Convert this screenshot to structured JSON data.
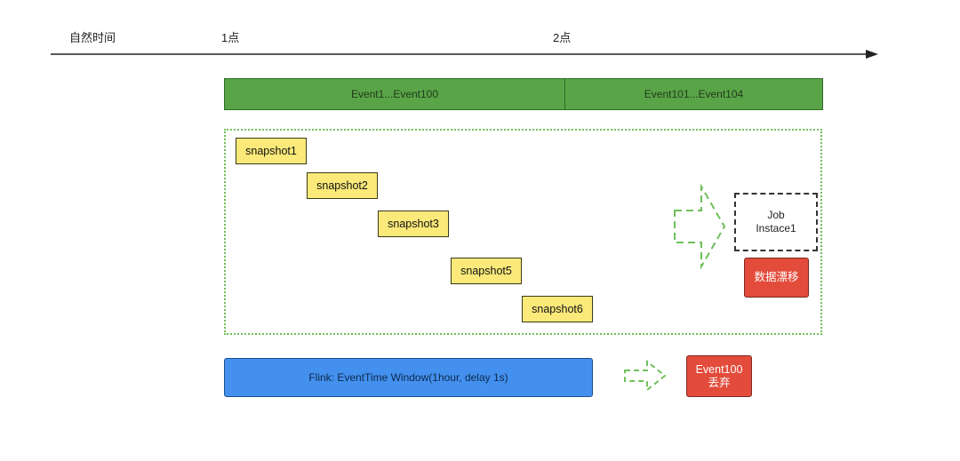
{
  "timeline": {
    "axis_label": "自然时间",
    "tick_1": "1点",
    "tick_2": "2点"
  },
  "event_bars": [
    {
      "label": "Event1...Event100"
    },
    {
      "label": "Event101...Event104"
    }
  ],
  "snapshots": [
    {
      "label": "snapshot1"
    },
    {
      "label": "snapshot2"
    },
    {
      "label": "snapshot3"
    },
    {
      "label": "snapshot5"
    },
    {
      "label": "snapshot6"
    }
  ],
  "job_instance": {
    "line1": "Job",
    "line2": "Instace1"
  },
  "data_drift": {
    "label": "数据漂移"
  },
  "flink_window": {
    "label": "Flink: EventTime Window(1hour, delay 1s)"
  },
  "discarded": {
    "line1": "Event100",
    "line2": "丢弃"
  },
  "colors": {
    "green_bar": "#5aa448",
    "snapshot": "#fbe97a",
    "red": "#e34b3b",
    "blue": "#4390ee",
    "dashed_arrow": "#6fbf5a"
  }
}
